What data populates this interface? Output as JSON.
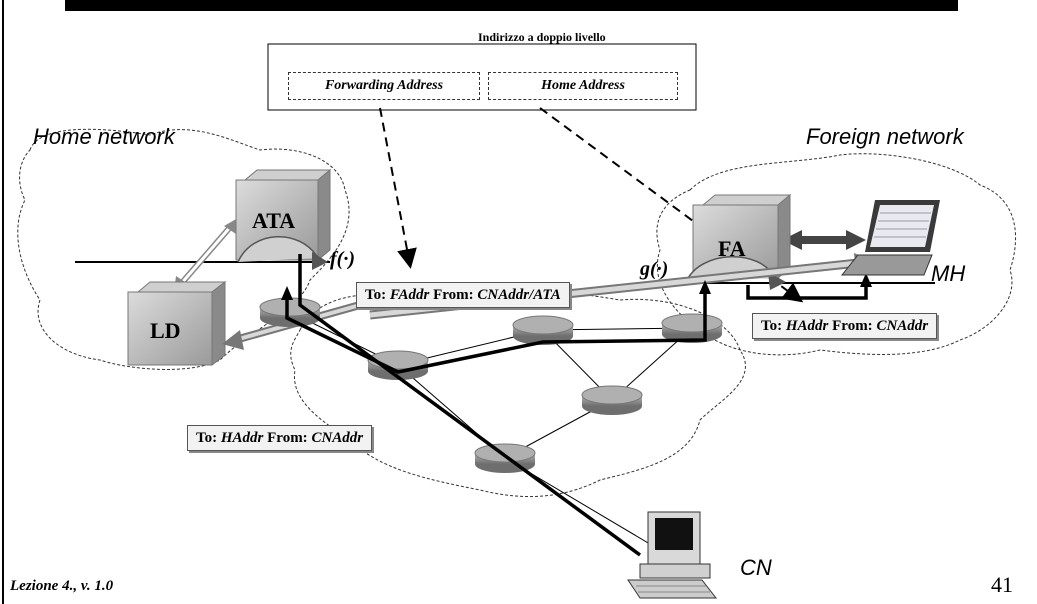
{
  "top_box": {
    "title": "Indirizzo a doppio livello",
    "forwarding": "Forwarding Address",
    "home": "Home Address"
  },
  "networks": {
    "home": "Home network",
    "foreign": "Foreign network"
  },
  "nodes": {
    "ata": "ATA",
    "ld": "LD",
    "fa": "FA",
    "mh": "MH",
    "cn": "CN"
  },
  "functions": {
    "f": "f(·)",
    "g": "g(·)"
  },
  "labels": {
    "middle": {
      "to": "To: ",
      "to_val": "FAddr",
      "from": " From: ",
      "from_val": "CNAddr/ATA"
    },
    "right": {
      "to": "To: ",
      "to_val": "HAddr",
      "from": " From: ",
      "from_val": "CNAddr"
    },
    "left": {
      "to": "To: ",
      "to_val": "HAddr",
      "from": " From: ",
      "from_val": "CNAddr"
    }
  },
  "footer": {
    "lecture": "Lezione 4., v. 1.0",
    "page": "41"
  }
}
